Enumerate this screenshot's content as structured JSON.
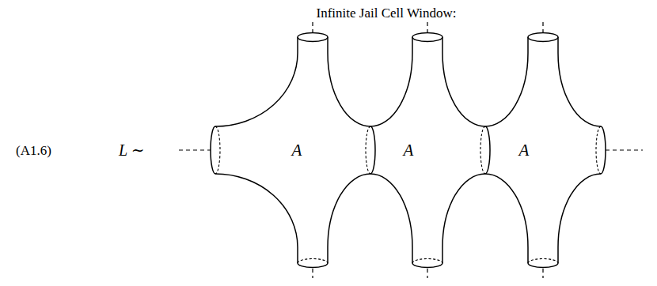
{
  "diagram": {
    "title": "Infinite Jail Cell Window:",
    "nodes": [
      {
        "text": [
          "A"
        ]
      },
      {
        "text": [
          "A"
        ]
      },
      {
        "text": [
          "A"
        ]
      }
    ],
    "labels": [
      "(A1.6)",
      "L ∼"
    ]
  }
}
